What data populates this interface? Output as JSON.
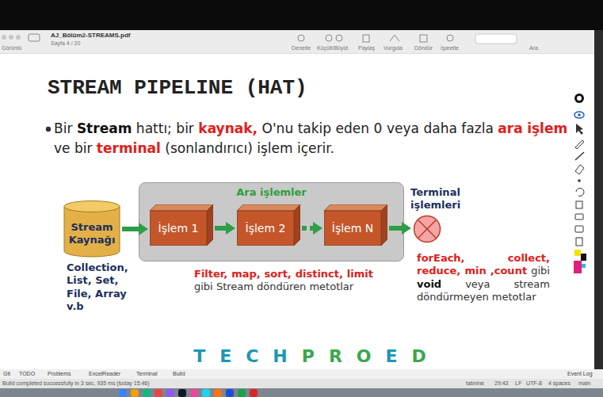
{
  "diagram": {
    "title": "STREAM PIPELINE (HAT)",
    "nodes": [
      {
        "text": [
          "Stream Kaynağı"
        ]
      },
      {
        "text": [
          "Ara işlemler"
        ]
      },
      {
        "text": [
          "İşlem 1"
        ],
        "in": 1
      },
      {
        "text": [
          "İşlem 2"
        ],
        "in": 1
      },
      {
        "text": [
          "İşlem N"
        ],
        "in": 1
      },
      {
        "text": [
          "Terminal işlemleri"
        ]
      }
    ],
    "edges": [
      {
        "from": 0,
        "to": 2,
        "arrow": "to"
      },
      {
        "from": 2,
        "to": 3,
        "arrow": "to"
      },
      {
        "from": 3,
        "to": 4,
        "arrow": "to"
      },
      {
        "from": 4,
        "to": 5,
        "arrow": "to"
      }
    ],
    "labels": [
      "Bir Stream hattı; bir kaynak, O'nu takip eden 0 veya daha fazla ara işlem ve bir terminal (sonlandırıcı) işlem içerir.",
      "Collection, List, Set, File, Array v.b",
      "Filter, map, sort, distinct, limit gibi Stream döndüren metotlar",
      "forEach, collect, reduce, min ,count gibi void veya stream döndürmeyen metotlar",
      "TECHPROED",
      "AJ_Bölüm2-STREAMS.pdf",
      "Sayfa 4 / 20",
      "Görüntü",
      "Denetle",
      "Küçült/Büyüt",
      "Paylaş",
      "Vurgula",
      "Döndür",
      "İşaretle",
      "Ara",
      "Git",
      "TODO",
      "Problems",
      "ExcelReader",
      "Terminal",
      "Build",
      "Event Log",
      "Build completed successfully in 3 sec, 935 ms (today 15:46)",
      "tabnine",
      "29:43",
      "LF",
      "UTF-8",
      "4 spaces",
      "main"
    ]
  }
}
